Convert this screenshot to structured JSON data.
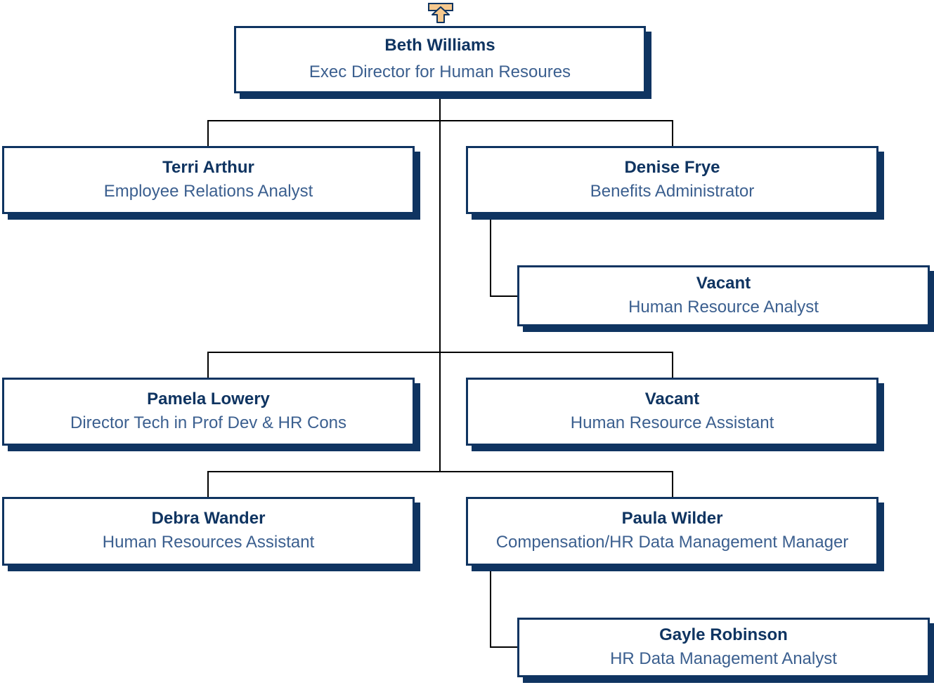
{
  "chart_root": {
    "name": "Beth Williams",
    "title": "Exec Director for Human Resoures"
  },
  "positions": [
    {
      "name": "Terri Arthur",
      "title": "Employee Relations Analyst"
    },
    {
      "name": "Denise Frye",
      "title": "Benefits Administrator"
    },
    {
      "name": "Vacant",
      "title": "Human Resource Analyst"
    },
    {
      "name": "Pamela Lowery",
      "title": "Director Tech in Prof Dev & HR Cons"
    },
    {
      "name": "Vacant",
      "title": "Human Resource Assistant"
    },
    {
      "name": "Debra Wander",
      "title": "Human Resources Assistant"
    },
    {
      "name": "Paula Wilder",
      "title": "Compensation/HR Data Management Manager"
    },
    {
      "name": "Gayle Robinson",
      "title": "HR Data Management Analyst"
    }
  ],
  "colors": {
    "border": "#0f3461",
    "name_text": "#0f3461",
    "title_text": "#3b5f8f",
    "connector": "#000000",
    "up_arrow_fill": "#f6c98f"
  },
  "icons": {
    "navigate_up": "up-arrow-icon"
  }
}
